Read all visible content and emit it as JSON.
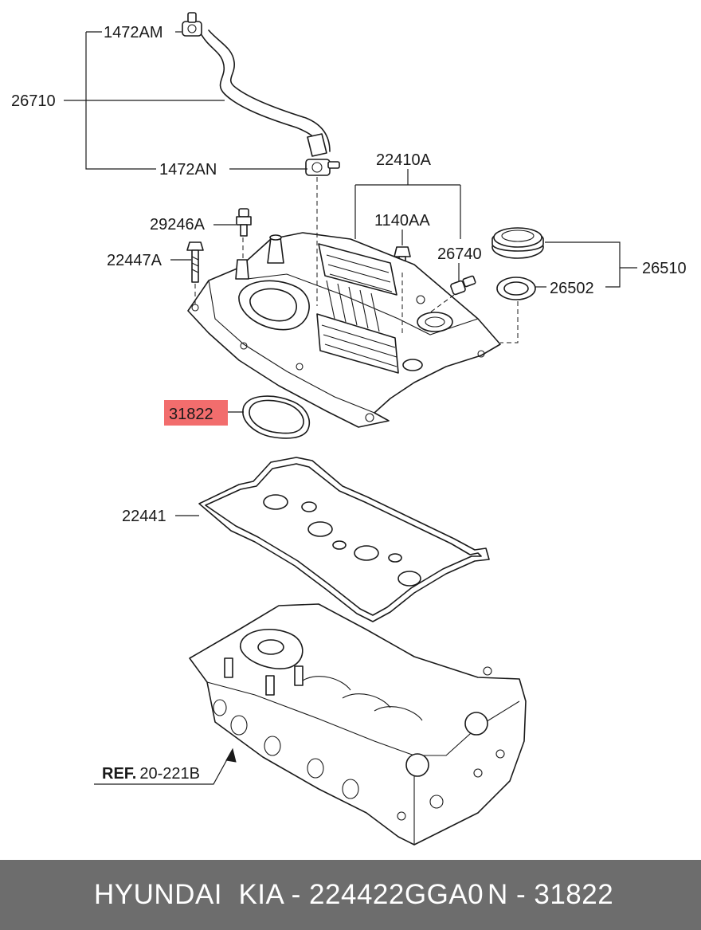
{
  "labels": {
    "p1472am": "1472AM",
    "p26710": "26710",
    "p1472an": "1472AN",
    "p22410a": "22410A",
    "p1140aa": "1140AA",
    "p29246a": "29246A",
    "p22447a": "22447A",
    "p26740": "26740",
    "p26510": "26510",
    "p26502": "26502",
    "p31822": "31822",
    "p22441": "22441",
    "ref_prefix": "REF.",
    "ref_code": "20-221B"
  },
  "highlight_color": "#f26d6d",
  "footer": {
    "brand": "HYUNDAI  KIA - 224422GGA0",
    "number": "N - 31822",
    "background": "#6d6d6d"
  }
}
